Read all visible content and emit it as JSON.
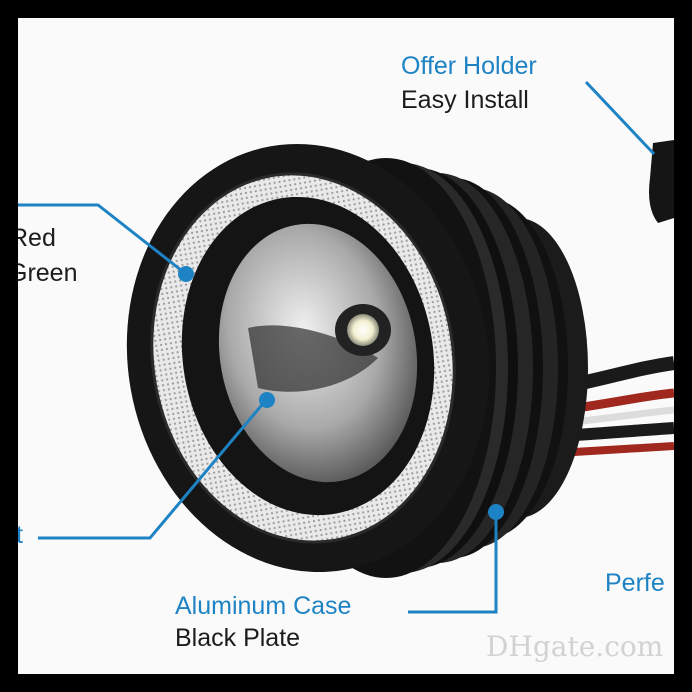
{
  "labels": {
    "holder_title": "Offer Holder",
    "holder_sub": "Easy Install",
    "color_red": "Red",
    "color_green": "Green",
    "left_cut": "t",
    "case_title": "Aluminum Case",
    "case_sub": "Black Plate",
    "perf_cut": "Perfe"
  },
  "watermark": {
    "brand": "DHgate.com"
  },
  "colors": {
    "callout_blue": "#1e83c4",
    "text_dark": "#1c1c1c",
    "body_black": "#151515",
    "background": "#fafafa",
    "frame": "#000000"
  },
  "icons": [
    "callout-dot-icon"
  ]
}
